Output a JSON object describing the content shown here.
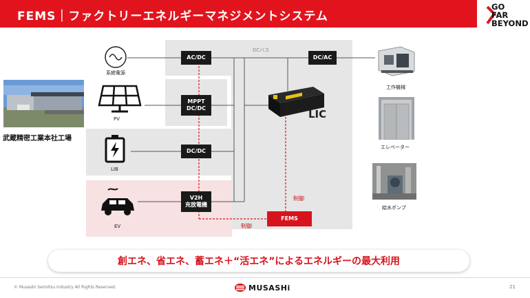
{
  "header": {
    "title": "FEMS｜ファクトリーエネルギーマネジメントシステム",
    "logo_lines": [
      "GO",
      "FAR",
      "BEYOND"
    ]
  },
  "diagram": {
    "dc_bus_label": "DCバス",
    "sources": [
      {
        "label": "系統電源",
        "icon": "sine-wave-icon",
        "converter": "AC/DC"
      },
      {
        "label": "PV",
        "icon": "solar-panel-icon",
        "converter": "MPPT\nDC/DC"
      },
      {
        "label": "LIB",
        "icon": "battery-icon",
        "converter": "DC/DC"
      },
      {
        "label": "EV",
        "icon": "electric-car-icon",
        "converter": "V2H\n充放電機"
      }
    ],
    "storage": {
      "label": "LIC"
    },
    "output_converter": "DC/AC",
    "fems": "FEMS",
    "control_labels": [
      "制御",
      "制御"
    ],
    "factory_label": "武蔵精密工業本社工場",
    "loads": [
      "工作機械",
      "エレベーター",
      "給水ポンプ"
    ]
  },
  "banner": {
    "text": "創エネ、省エネ、蓄エネ＋“活エネ”によるエネルギーの最大利用"
  },
  "footer": {
    "copyright": "© Musashi Seimitsu Industry All Rights Reserved.",
    "brand": "MUSASHi",
    "page": "21"
  },
  "colors": {
    "accent": "#e1141e",
    "panel": "#e6e6e6",
    "ev_band": "#f7e1e2",
    "node": "#1a1a1a"
  }
}
